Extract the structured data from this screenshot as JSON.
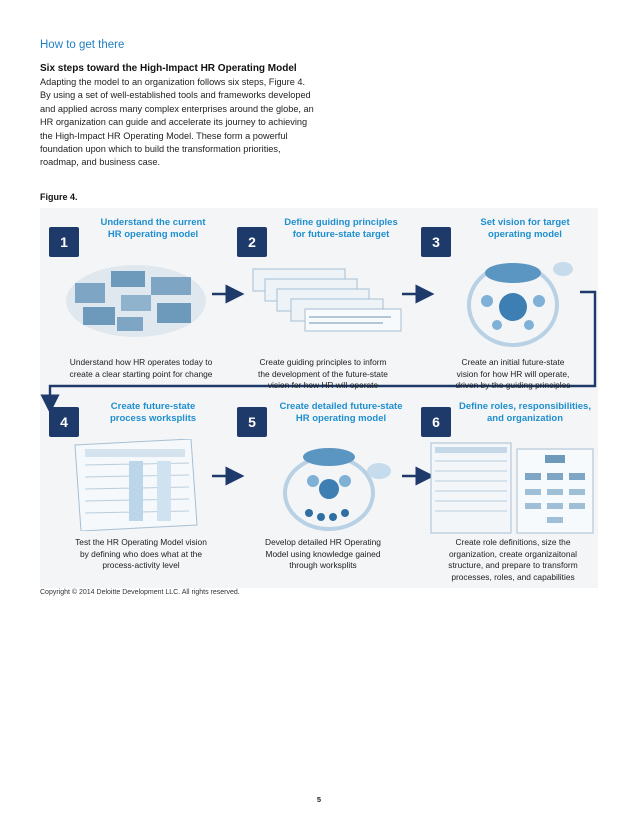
{
  "section_title": "How to get there",
  "sub_title": "Six steps toward the High-Impact HR Operating Model",
  "intro_lines": [
    "Adapting the model to an organization follows six steps, Figure 4.",
    "By using a set of well-established tools and frameworks developed",
    "and applied across many complex enterprises around the globe, an",
    "HR organization can guide and accelerate its journey to achieving",
    "the High-Impact HR Operating Model. These form a powerful",
    "foundation upon which to build the transformation priorities,",
    "roadmap, and business case."
  ],
  "figure_label": "Figure 4.",
  "steps": [
    {
      "number": "1",
      "title_lines": [
        "Understand the current",
        "HR operating model"
      ],
      "desc_lines": [
        "Understand how HR operates today to",
        "create a clear starting point for change"
      ]
    },
    {
      "number": "2",
      "title_lines": [
        "Define guiding principles",
        "for future-state target"
      ],
      "desc_lines": [
        "Create guiding principles to inform",
        "the development of the future-state",
        "vision for how HR will operate"
      ]
    },
    {
      "number": "3",
      "title_lines": [
        "Set vision for target",
        "operating model"
      ],
      "desc_lines": [
        "Create an initial future-state",
        "vision for how HR will operate,",
        "driven by the guiding principles"
      ]
    },
    {
      "number": "4",
      "title_lines": [
        "Create future-state",
        "process worksplits"
      ],
      "desc_lines": [
        "Test the HR Operating Model vision",
        "by defining who does what at the",
        "process-activity level"
      ]
    },
    {
      "number": "5",
      "title_lines": [
        "Create detailed future-state",
        "HR operating model"
      ],
      "desc_lines": [
        "Develop detailed HR Operating",
        "Model using knowledge gained",
        "through worksplits"
      ]
    },
    {
      "number": "6",
      "title_lines": [
        "Define roles, responsibilities,",
        "and organization"
      ],
      "desc_lines": [
        "Create role definitions, size the",
        "organization, create organizaitonal",
        "structure, and prepare to transform",
        "processes, roles, and capabilities"
      ]
    }
  ],
  "copyright": "Copyright © 2014 Deloitte Development LLC. All rights reserved.",
  "page_number": "5"
}
